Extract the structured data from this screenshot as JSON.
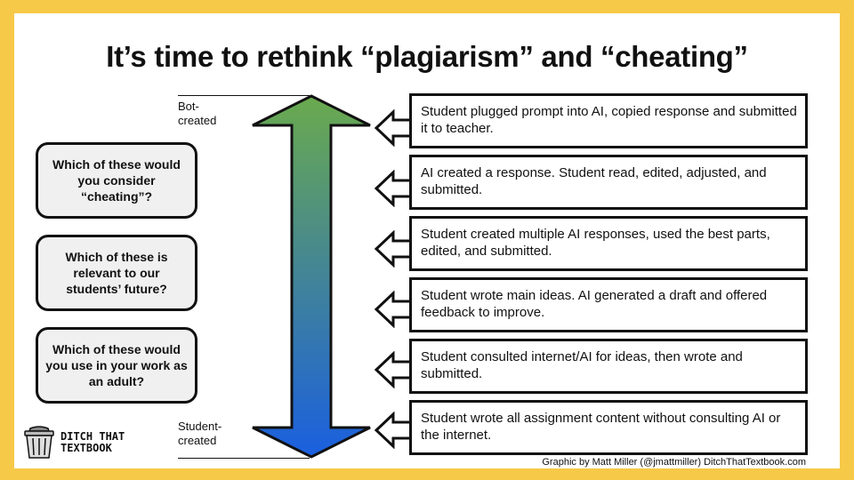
{
  "title": "It’s time to rethink “plagiarism” and “cheating”",
  "questions": [
    "Which of these would you consider “cheating”?",
    "Which of these is relevant to our students’ future?",
    "Which of these would you use in your work as an adult?"
  ],
  "scale": {
    "top_label": "Bot-\ncreated",
    "bottom_label": "Student-\ncreated",
    "colors": {
      "top": "#6aaa4e",
      "bottom": "#1a5fe0"
    }
  },
  "statements": [
    "Student plugged prompt into AI, copied response and submitted it to teacher.",
    "AI created a response. Student read, edited, adjusted, and submitted.",
    "Student created multiple AI responses, used the best parts, edited, and submitted.",
    "Student wrote main ideas. AI generated a draft and offered feedback to improve.",
    "Student consulted internet/AI for ideas, then wrote and submitted.",
    "Student wrote all assignment content without consulting AI or the internet."
  ],
  "logo": {
    "line1": "DITCH THAT",
    "line2": "TEXTBOOK",
    "icon": "trash-can-icon"
  },
  "credit": "Graphic by Matt Miller (@jmattmiller) DitchThatTextbook.com"
}
